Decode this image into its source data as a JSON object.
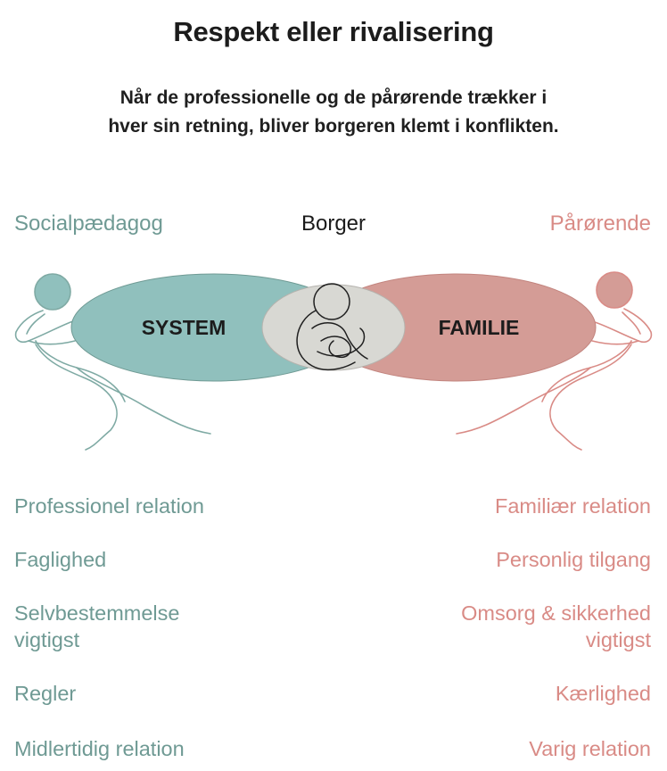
{
  "header": {
    "title": "Respekt eller rivalisering",
    "subtitle_line1": "Når de professionelle og de pårørende trækker i",
    "subtitle_line2": "hver sin retning, bliver borgeren klemt i konflikten."
  },
  "roles": {
    "left": "Socialpædagog",
    "center": "Borger",
    "right": "Pårørende"
  },
  "diagram": {
    "left_label": "SYSTEM",
    "right_label": "FAMILIE",
    "colors": {
      "system": "#90c0bd",
      "familie": "#d49c96",
      "overlap": "#d8d8d3",
      "left_figure": "#7faaa4",
      "right_figure": "#d98b86"
    }
  },
  "left_column": {
    "items": [
      "Professionel relation",
      "Faglighed",
      "Selvbestemmelse\nvigtigst",
      "Regler",
      "Midlertidig relation"
    ]
  },
  "right_column": {
    "items": [
      "Familiær relation",
      "Personlig tilgang",
      "Omsorg & sikkerhed\nvigtigst",
      "Kærlighed",
      "Varig relation"
    ]
  }
}
